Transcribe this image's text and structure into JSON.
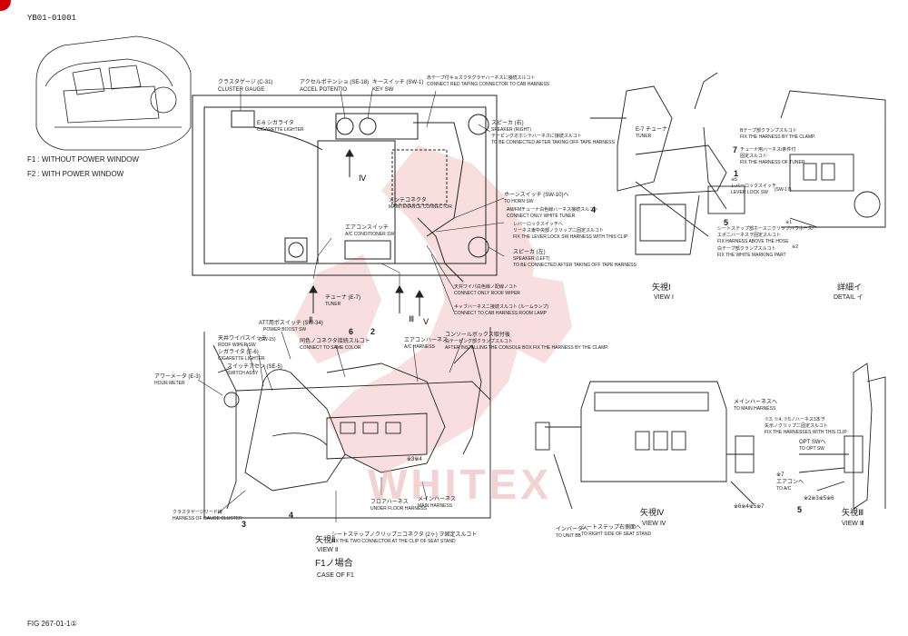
{
  "doc_id": "YB01-01001",
  "figure_ref": "FIG 267-01-1①",
  "watermark": "WHITEX",
  "legend": {
    "f1": "F1 : WITHOUT POWER WINDOW",
    "f2": "F2 : WITH POWER WINDOW"
  },
  "top_view": {
    "cluster_gauge_jp": "クラスタゲージ (C-31)",
    "cluster_gauge_en": "CLUSTER GAUGE",
    "accel_jp": "アクセルポテンショ (SE-18)",
    "accel_en": "ACCEL POTENTIO",
    "key_sw_jp": "キースイッチ (SW-1)",
    "key_sw_en": "KEY SW",
    "harness_note_jp": "赤テープ付キョスクタグラヤハーネスに接続スルコト",
    "harness_note_en": "CONNECT RED TAPING CONNECTOR TO CAB HARNESS",
    "e6": "E-6 シガライタ",
    "e6_en": "CIGARETTE LIGHTER",
    "speaker_r_jp": "スピーカ (右)",
    "speaker_r_en": "SPEAKER (RIGHT)",
    "speaker_r_note_jp": "テーピングオホシテハーネスに接続スルコト",
    "speaker_r_note_en": "TO BE CONNECTED AFTER TAKING OFF TAPE HARNESS",
    "roman_iv": "Ⅳ",
    "maint_jp": "メンテコネクタ",
    "maint_en": "MAINTENANCE CONNECTOR",
    "horn_sw_jp": "ホーンスイッチ (SW-10)へ",
    "horn_sw_en": "TO HORN SW",
    "am_fm_jp": "AM/FMチューナ白色線ハーネス接続スルコト",
    "am_fm_en": "CONNECT ONLY WHITE TUNER",
    "lever_lock_jp": "レバーロックスイッチへ",
    "lever_lock_note": "リーネス東中央部ノクリップニ固定スルコト",
    "lever_lock_en": "FIX THE LEVER LOCK SW HARNESS WITH THIS CLIP",
    "aircon_jp": "エアコンスイッチ",
    "aircon_en": "A/C CONDITIONER SW",
    "speaker_l_jp": "スピーカ (左)",
    "speaker_l_en": "SPEAKER (LEFT)",
    "speaker_l_note_en": "TO BE CONNECTED AFTER TAKING OFF TAPE HARNESS",
    "wiper_jp": "天井ワイパ白色線ノ配線ノコト",
    "wiper_en": "CONNECT ONLY ROOF WIPER",
    "room_lamp_jp": "キャブハーネスニ接続スルコト (ルームランプ)",
    "room_lamp_en": "CONNECT TO CAB HARNESS ROOM LAMP",
    "tuner_jp": "チューナ (E-7)",
    "tuner_en": "TUNER",
    "arrow_iii": "Ⅲ",
    "arrow_v": "Ⅴ",
    "arrow_ii": "Ⅱ"
  },
  "view_i": {
    "title_jp": "矢視Ⅰ",
    "title_en": "VIEW Ⅰ",
    "tuner_label": "E-7 チューナ",
    "tuner_en": "TUNER",
    "b_tape_jp": "Bテープ部クランプスルコト",
    "b_tape_en": "FIX THE HARNESS BY THE CLAMP.",
    "tuner_harness_jp": "チューナ用ハーネス/条件付",
    "tuner_harness_note": "固定スルコト",
    "tuner_harness_en": "FIX THE HARNESS OF TUNER",
    "lever_lock_jp": "レバーロックスイッチ",
    "lever_lock_en": "LEVER LOCK SW",
    "sw17": "(SW-17)",
    "seat_jp": "シートステップ部ホースニクリップバラホース/",
    "seat_note": "エポニハーネスヲ固定スルコト",
    "seat_en": "FIX HARNESS ABOVE THE HOSE",
    "white_tape_jp": "白テープ部クランプスルコト",
    "white_tape_en": "FIX THE WHITE MARKING PART",
    "n1": "1",
    "n4": "4",
    "n5": "5",
    "n7": "7",
    "r5": "※5",
    "x1": "※1",
    "x2": "※2"
  },
  "detail_i": {
    "title_jp": "詳細イ",
    "title_en": "DETAIL イ"
  },
  "view_ii": {
    "title_jp": "矢視Ⅱ",
    "title_en": "VIEW Ⅱ",
    "case_jp": "F1ノ場合",
    "case_en": "CASE OF F1",
    "att_jp": "ATT用ポスイッチ (SW-34)",
    "att_en": "POWER BOOST SW",
    "wiper_sw_jp": "天井ワイパスイッチ",
    "wiper_sw_en": "ROOF WIPER SW",
    "sw15": "(SW-15)",
    "cig_jp": "シガライタ (E-6)",
    "cig_en": "CIGARETTE LIGHTER",
    "switch_jp": "スイッチアセン (SE-5)",
    "switch_en": "SWITCH ASSY",
    "same_color_jp": "同色ノコネクタ接続スルコト",
    "same_color_en": "CONNECT TO SAME COLOR",
    "aircon_harness_jp": "エアコンハーネス",
    "aircon_harness_en": "A/C HARNESS",
    "console_jp": "コンソールボックス取付後",
    "console_note": "白テーピング部クランプスルコト",
    "console_en": "AFTER INSTALLING THE CONSOLE BOX FIX THE HARNESS BY THE CLAMP.",
    "hour_meter_jp": "アワーメータ (E-3)",
    "hour_meter_en": "HOUR METER",
    "gauge_cluster_jp": "クラスタゲージリード線",
    "gauge_cluster_en": "HARNESS OF GAUGE CLUSTER",
    "seat_stand_jp": "シートステップノクリップニコネクタ (2ヶ) ヲ固定スルコト",
    "seat_stand_en": "FIX THE TWO CONNECTOR AT THE CLIP OF SEAT STAND",
    "floor_jp": "フロアハーネス",
    "floor_en": "UNDER FLOOR HARNESS",
    "main_jp": "メインハーネス",
    "main_en": "MAIN HARNESS",
    "n2": "2",
    "n3": "3",
    "n4": "4",
    "n6": "6",
    "marks": "※3※4"
  },
  "view_iv": {
    "title_jp": "矢視Ⅳ",
    "title_en": "VIEW Ⅳ",
    "main_harness_jp": "メインハーネスへ",
    "main_harness_en": "TO MAIN HARNESS",
    "unit_jp": "インバータへ",
    "unit_en": "TO UNIT BB",
    "seat_side_jp": "シートステップ右側面へ",
    "seat_side_en": "TO RIGHT SIDE OF SEAT STAND",
    "marks": "※6※4※5※7"
  },
  "view_iii": {
    "title_jp": "矢視Ⅲ",
    "title_en": "VIEW Ⅲ",
    "note_jp": "※3, ※4, ※5ノハーネス3本ヲ",
    "note_jp2": "矢示ノクリップニ固定スルコト",
    "note_en": "FIX THE HARNESSES WITH THIS CLIP",
    "opt_jp": "OPT SWへ",
    "opt_en": "TO OPT SW",
    "aircon_jp": "エアコンへ",
    "aircon_en": "TO A/C",
    "marks": "※2※3※5※6",
    "n5": "5",
    "x7": "※7"
  }
}
